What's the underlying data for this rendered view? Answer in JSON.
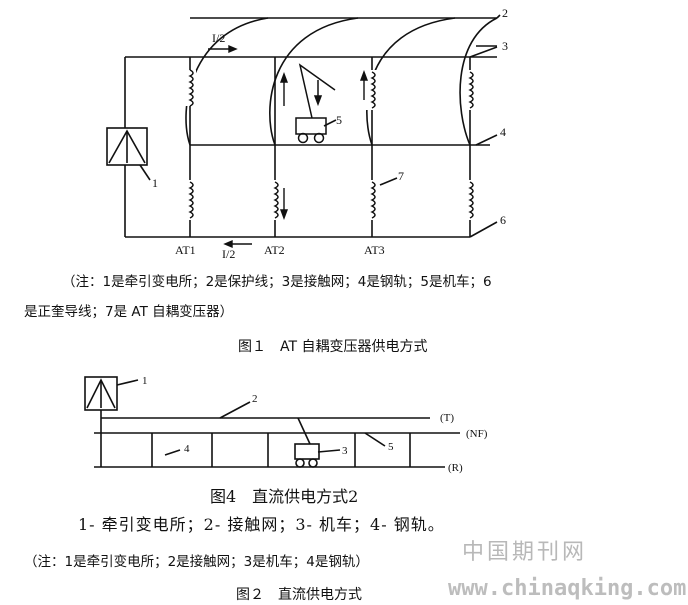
{
  "figure1": {
    "labels": {
      "current_top": "I/2",
      "current_bottom": "I/2",
      "at1": "AT1",
      "at2": "AT2",
      "at3": "AT3",
      "n1": "1",
      "n2": "2",
      "n3": "3",
      "n4": "4",
      "n5": "5",
      "n6": "6",
      "n7": "7"
    },
    "note_line1": "（注：1是牵引变电所；2是保护线；3是接触网；4是钢轨；5是机车；6",
    "note_line2": "是正奎导线；7是 AT 自耦变压器）",
    "caption": "图１　AT 自耦变压器供电方式"
  },
  "figure2": {
    "labels": {
      "n1": "1",
      "n2": "2",
      "n3": "3",
      "n4": "4",
      "n5": "5",
      "t": "(T)",
      "nf": "(NF)",
      "r": "(R)"
    },
    "inner_caption": "图4　直流供电方式2",
    "legend": "1- 牵引变电所；2- 接触网；3- 机车；4- 钢轨。",
    "note": "（注：1是牵引变电所；2是接触网；3是机车；4是钢轨）",
    "caption": "图２　直流供电方式"
  },
  "watermark": {
    "site_name": "中国期刊网",
    "url": "www.chinaqking.com"
  }
}
